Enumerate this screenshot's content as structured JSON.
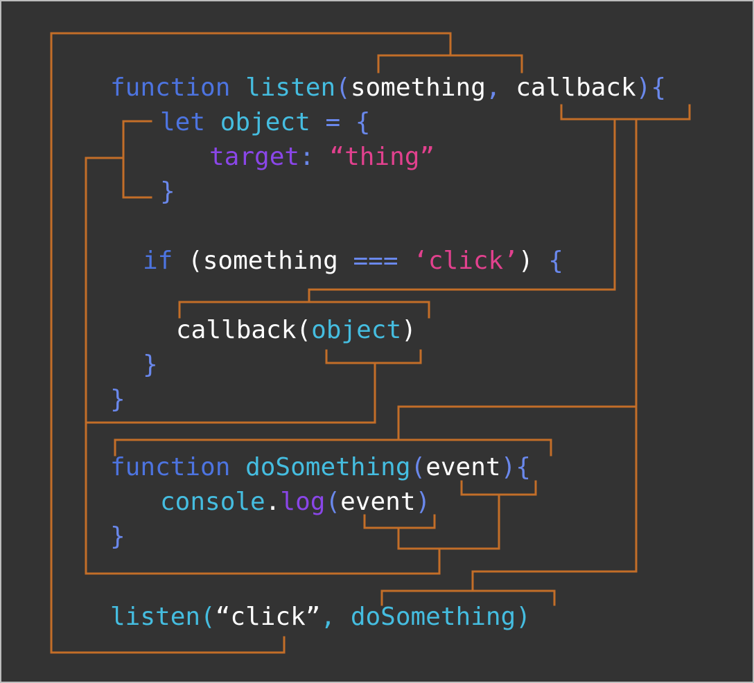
{
  "colors": {
    "background": "#333333",
    "wire": "#c36e28",
    "keyword": "#4d74e0",
    "function_name": "#45bde0",
    "identifier": "#ffffff",
    "property": "#8a46e8",
    "string": "#e2418e",
    "punctuation": "#6a88ec"
  },
  "code_lines": [
    {
      "id": "listen-declaration",
      "tokens": [
        {
          "text": "function",
          "kind": "keyword"
        },
        {
          "text": " ",
          "kind": "space"
        },
        {
          "text": "listen",
          "kind": "function_name"
        },
        {
          "text": "(",
          "kind": "punctuation"
        },
        {
          "text": "something",
          "kind": "identifier"
        },
        {
          "text": ", ",
          "kind": "punctuation"
        },
        {
          "text": "callback",
          "kind": "identifier"
        },
        {
          "text": "){",
          "kind": "punctuation"
        }
      ]
    },
    {
      "id": "let-object",
      "tokens": [
        {
          "text": "let",
          "kind": "keyword"
        },
        {
          "text": " ",
          "kind": "space"
        },
        {
          "text": "object",
          "kind": "function_name"
        },
        {
          "text": " = {",
          "kind": "punctuation"
        }
      ]
    },
    {
      "id": "target-property",
      "tokens": [
        {
          "text": "target",
          "kind": "property"
        },
        {
          "text": ": ",
          "kind": "punctuation"
        },
        {
          "text": "“thing”",
          "kind": "string"
        }
      ]
    },
    {
      "id": "object-close",
      "tokens": [
        {
          "text": "}",
          "kind": "punctuation"
        }
      ]
    },
    {
      "id": "if-statement",
      "tokens": [
        {
          "text": "if",
          "kind": "keyword"
        },
        {
          "text": " (",
          "kind": "identifier"
        },
        {
          "text": "something",
          "kind": "identifier"
        },
        {
          "text": " === ",
          "kind": "punctuation"
        },
        {
          "text": "‘click’",
          "kind": "string"
        },
        {
          "text": ") ",
          "kind": "identifier"
        },
        {
          "text": "{",
          "kind": "punctuation"
        }
      ]
    },
    {
      "id": "callback-call",
      "tokens": [
        {
          "text": "callback",
          "kind": "identifier"
        },
        {
          "text": "(",
          "kind": "identifier"
        },
        {
          "text": "object",
          "kind": "function_name"
        },
        {
          "text": ")",
          "kind": "identifier"
        }
      ]
    },
    {
      "id": "if-close",
      "tokens": [
        {
          "text": "}",
          "kind": "punctuation"
        }
      ]
    },
    {
      "id": "listen-close",
      "tokens": [
        {
          "text": "}",
          "kind": "punctuation"
        }
      ]
    },
    {
      "id": "dosomething-declaration",
      "tokens": [
        {
          "text": "function",
          "kind": "keyword"
        },
        {
          "text": " ",
          "kind": "space"
        },
        {
          "text": "doSomething",
          "kind": "function_name"
        },
        {
          "text": "(",
          "kind": "punctuation"
        },
        {
          "text": "event",
          "kind": "identifier"
        },
        {
          "text": "){",
          "kind": "punctuation"
        }
      ]
    },
    {
      "id": "console-log",
      "tokens": [
        {
          "text": "console",
          "kind": "function_name"
        },
        {
          "text": ".",
          "kind": "identifier"
        },
        {
          "text": "log",
          "kind": "property"
        },
        {
          "text": "(",
          "kind": "punctuation"
        },
        {
          "text": "event",
          "kind": "identifier"
        },
        {
          "text": ")",
          "kind": "punctuation"
        }
      ]
    },
    {
      "id": "dosomething-close",
      "tokens": [
        {
          "text": "}",
          "kind": "punctuation"
        }
      ]
    },
    {
      "id": "listen-invocation",
      "tokens": [
        {
          "text": "listen",
          "kind": "function_name"
        },
        {
          "text": "(",
          "kind": "function_name"
        },
        {
          "text": "“click”",
          "kind": "identifier"
        },
        {
          "text": ", ",
          "kind": "function_name"
        },
        {
          "text": "doSomething",
          "kind": "function_name"
        },
        {
          "text": ")",
          "kind": "function_name"
        }
      ]
    }
  ]
}
